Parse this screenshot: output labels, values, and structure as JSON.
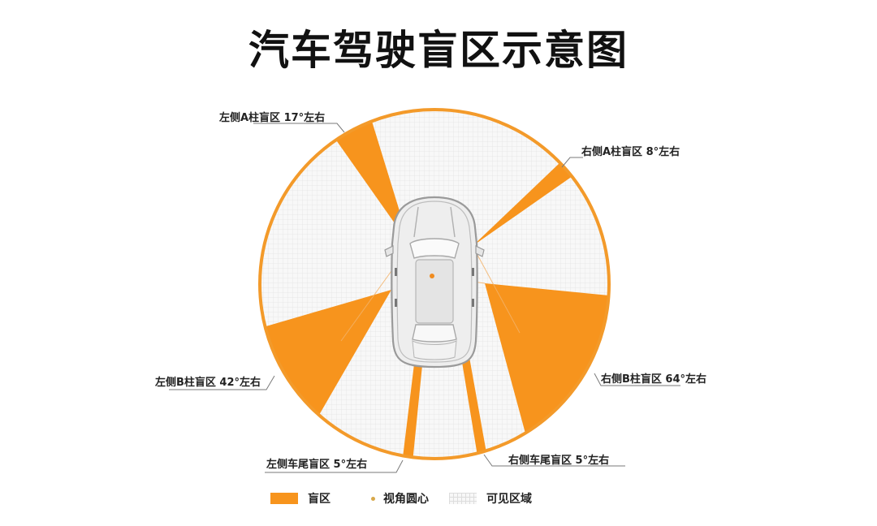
{
  "title": "汽车驾驶盲区示意图",
  "colors": {
    "blind_zone": "#F7941D",
    "circle_border": "#F39A2A",
    "visible_area": "#F8F8F8",
    "grid_line": "#E2E2E2",
    "car_body": "#EDEDED",
    "car_outline": "#9A9A9A",
    "view_center": "#F08C20",
    "leader_line": "#777777"
  },
  "callouts": {
    "left_a_pillar": "左侧A柱盲区 17°左右",
    "right_a_pillar": "右侧A柱盲区 8°左右",
    "left_b_pillar": "左侧B柱盲区 42°左右",
    "right_b_pillar": "右侧B柱盲区 64°左右",
    "left_rear": "左侧车尾盲区 5°左右",
    "right_rear": "右侧车尾盲区 5°左右"
  },
  "legend": {
    "blind_zone": "盲区",
    "view_center": "视角圆心",
    "visible_area": "可见区域"
  },
  "blind_zones": [
    {
      "name": "左侧A柱盲区",
      "angle_deg": 17
    },
    {
      "name": "右侧A柱盲区",
      "angle_deg": 8
    },
    {
      "name": "左侧B柱盲区",
      "angle_deg": 42
    },
    {
      "name": "右侧B柱盲区",
      "angle_deg": 64
    },
    {
      "name": "左侧车尾盲区",
      "angle_deg": 5
    },
    {
      "name": "右侧车尾盲区",
      "angle_deg": 5
    }
  ]
}
